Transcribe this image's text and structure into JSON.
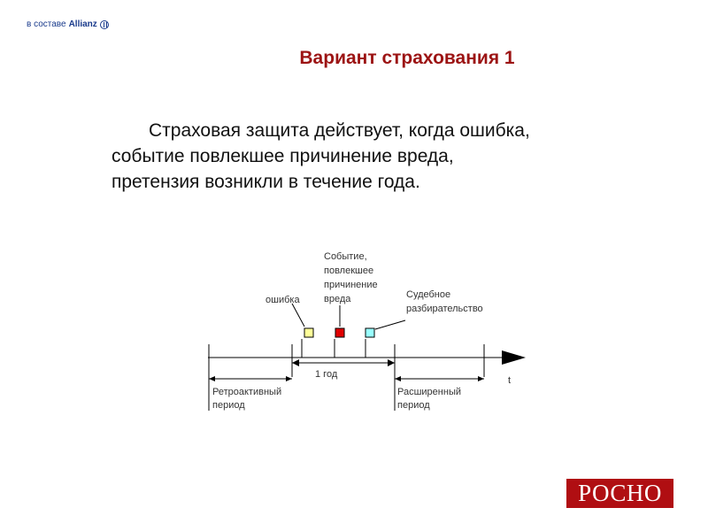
{
  "header": {
    "brand_prefix": "в составе",
    "brand_name": "Allianz",
    "brand_icon": "allianz-logo-icon"
  },
  "slide": {
    "title": "Вариант страхования 1",
    "body_lines": [
      "Страховая защита действует, когда ошибка,",
      "событие повлекшее причинение вреда,",
      "претензия возникли в течение года."
    ]
  },
  "diagram": {
    "labels": {
      "error": "ошибка",
      "event": [
        "Событие,",
        "повлекшее",
        "причинение",
        "вреда"
      ],
      "court": [
        "Судебное",
        "разбирательство"
      ],
      "year": "1 год",
      "retro": [
        "Ретроактивный",
        "период"
      ],
      "extended": [
        "Расширенный",
        "период"
      ],
      "t": "t"
    },
    "flag_colors": {
      "error": "#ffff99",
      "event": "#e00000",
      "court": "#99ffff"
    }
  },
  "footer": {
    "logo": "РОСНО"
  }
}
